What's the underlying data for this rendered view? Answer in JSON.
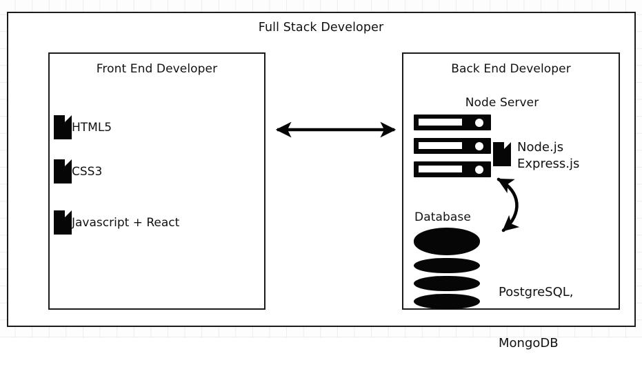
{
  "diagram": {
    "title": "Full Stack Developer",
    "background": {
      "grid": true,
      "grid_color": "#ececec",
      "page_color": "#fdfdfd"
    },
    "stroke_color": "#1b1b1b",
    "icon_color": "#060606"
  },
  "frontend": {
    "title": "Front End Developer",
    "items": [
      {
        "icon": "file-icon",
        "label": "HTML5"
      },
      {
        "icon": "file-icon",
        "label": "CSS3"
      },
      {
        "icon": "file-icon",
        "label": "Javascript + React"
      }
    ]
  },
  "backend": {
    "title": "Back End Developer",
    "server": {
      "title": "Node Server",
      "icon": "server-rack-icon",
      "tech": {
        "icon": "file-icon",
        "line1": "Node.js",
        "line2": "Express.js"
      }
    },
    "database": {
      "title": "Database",
      "icon": "database-cylinder-icon",
      "tech": {
        "line1": "PostgreSQL,",
        "line2": "MongoDB"
      }
    }
  },
  "connectors": [
    {
      "name": "frontend-backend-arrow",
      "style": "double-headed-straight"
    },
    {
      "name": "server-database-arrow",
      "style": "double-headed-curved"
    }
  ]
}
